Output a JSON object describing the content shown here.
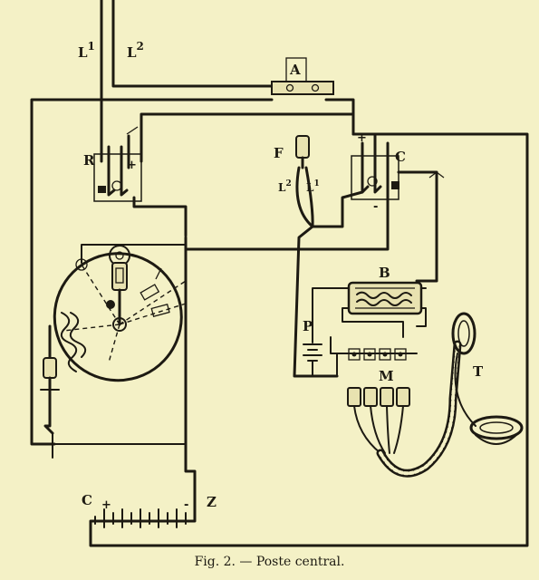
{
  "labels": {
    "L1": "L",
    "L1_sup": "1",
    "L2": "L",
    "L2_sup": "2",
    "A": "A",
    "R": "R",
    "R_plus": "+",
    "F": "F",
    "F_L2": "L",
    "F_L2_sup": "2",
    "F_L1": "L",
    "F_L1_sup": "1",
    "C_switch": "C",
    "C_plus": "+",
    "C_minus": "-",
    "B": "B",
    "P": "P",
    "M": "M",
    "T": "T",
    "bat_C": "C",
    "bat_plus": "+",
    "bat_minus": "-",
    "Z": "Z"
  },
  "caption": "Fig. 2. — Poste central."
}
